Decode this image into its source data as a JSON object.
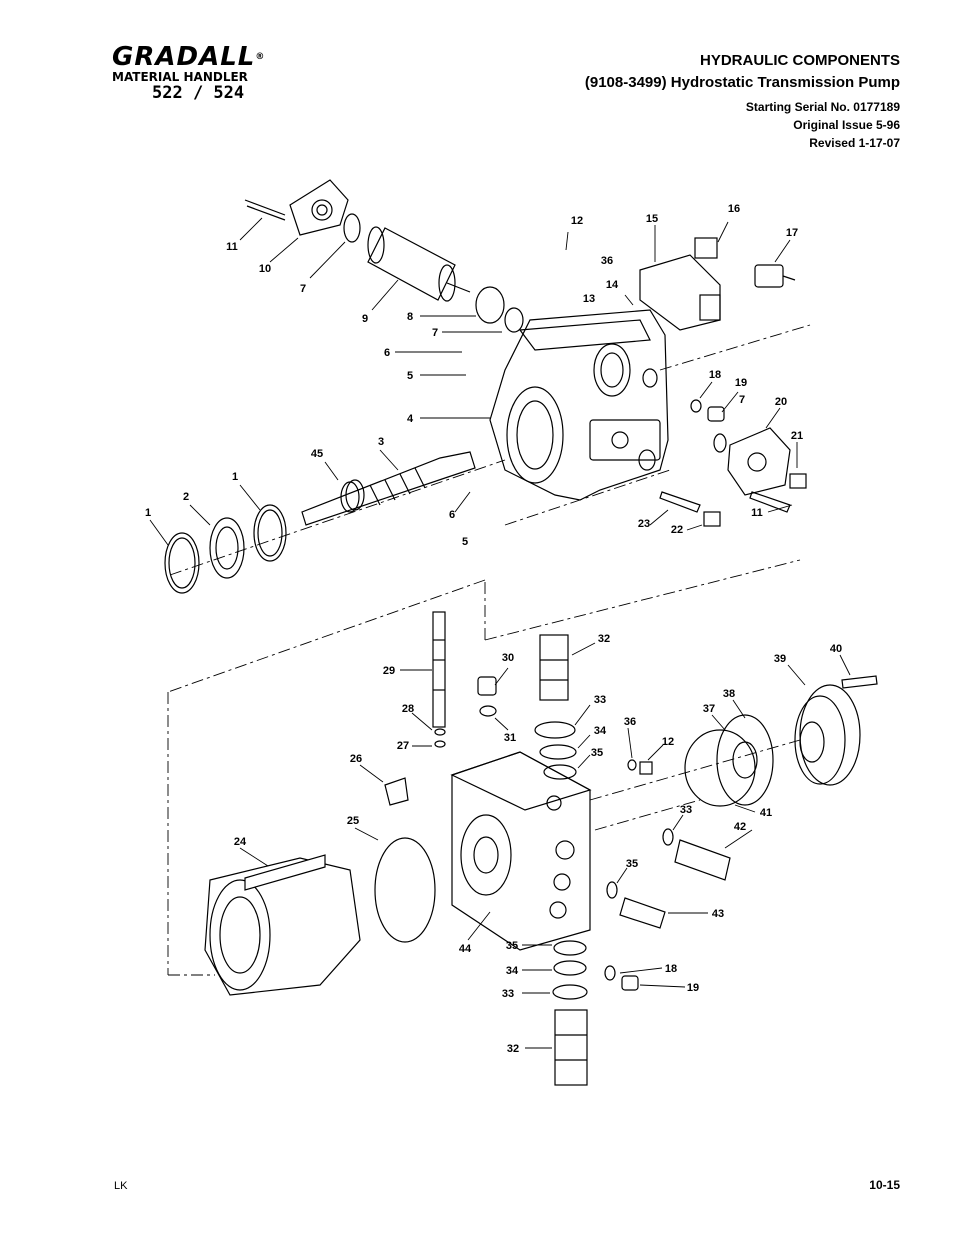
{
  "logo": {
    "brand": "GRADALL",
    "registered": "®",
    "subtitle": "MATERIAL HANDLER",
    "models": "522 / 524"
  },
  "header": {
    "section": "HYDRAULIC  COMPONENTS",
    "title": "(9108-3499)  Hydrostatic Transmission Pump",
    "serial": "Starting Serial No. 0177189",
    "issue": "Original Issue 5-96",
    "revised": "Revised  1-17-07"
  },
  "callouts": [
    "1",
    "2",
    "1",
    "45",
    "3",
    "6",
    "5",
    "4",
    "6",
    "5",
    "7",
    "8",
    "9",
    "10",
    "11",
    "7",
    "12",
    "36",
    "13",
    "14",
    "15",
    "16",
    "17",
    "18",
    "19",
    "7",
    "20",
    "21",
    "11",
    "23",
    "22",
    "29",
    "30",
    "32",
    "28",
    "27",
    "31",
    "33",
    "34",
    "35",
    "26",
    "25",
    "24",
    "44",
    "36",
    "12",
    "37",
    "38",
    "39",
    "40",
    "41",
    "33",
    "42",
    "35",
    "43",
    "35",
    "34",
    "33",
    "18",
    "19",
    "32"
  ],
  "footer": {
    "left": "LK",
    "page": "10-15"
  },
  "colors": {
    "ink": "#000000",
    "paper": "#ffffff"
  }
}
